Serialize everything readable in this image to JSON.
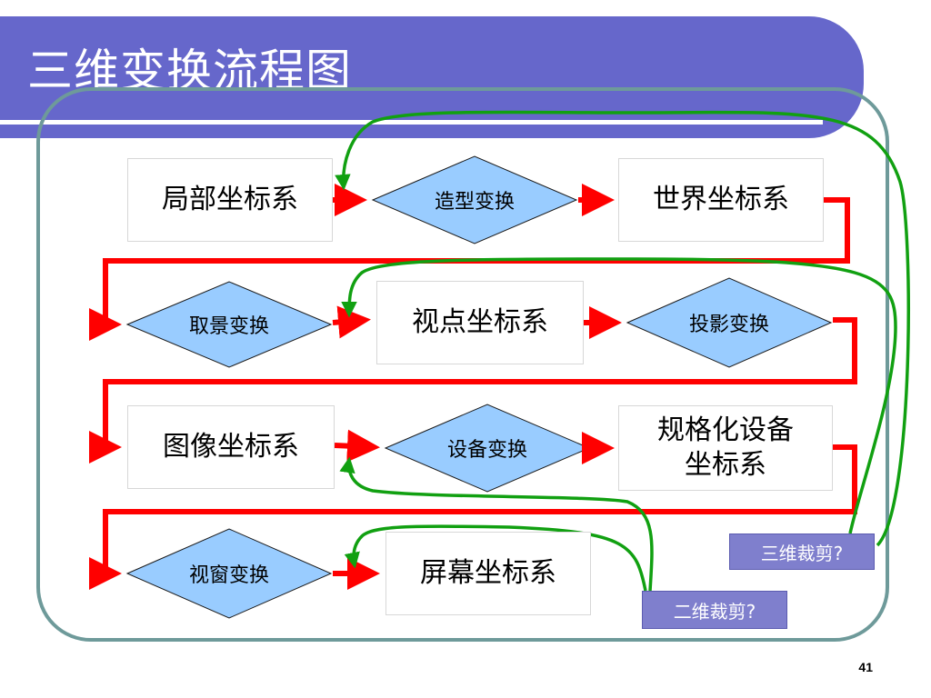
{
  "slide": {
    "title": "三维变换流程图",
    "page_number": "41"
  },
  "nodes": {
    "local": "局部坐标系",
    "world": "世界坐标系",
    "view": "视点坐标系",
    "image": "图像坐标系",
    "ndc_line1": "规格化设备",
    "ndc_line2": "坐标系",
    "screen": "屏幕坐标系"
  },
  "transforms": {
    "modeling": "造型变换",
    "viewing": "取景变换",
    "projection": "投影变换",
    "device": "设备变换",
    "viewport": "视窗变换"
  },
  "clipping": {
    "three_d": "三维裁剪?",
    "two_d": "二维裁剪?"
  },
  "colors": {
    "header": "#6667cb",
    "frame": "#6e9a9a",
    "diamond": "#99ccff",
    "flow_arrow": "#ff0000",
    "clip_arrow": "#11a011",
    "tag": "#7f7fcd"
  }
}
